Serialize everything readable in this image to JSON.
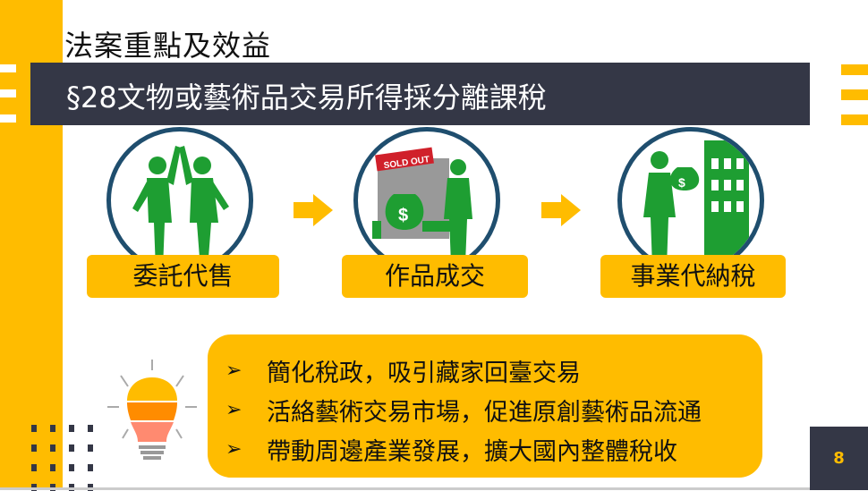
{
  "title": "法案重點及效益",
  "header": "§28文物或藝術品交易所得採分離課稅",
  "steps": [
    {
      "label": "委託代售",
      "icon": "high-five-people-icon"
    },
    {
      "label": "作品成交",
      "icon": "sold-out-money-icon",
      "badge": "SOLD OUT"
    },
    {
      "label": "事業代納稅",
      "icon": "businessman-building-icon"
    }
  ],
  "benefits": [
    {
      "marker": "➢",
      "text": "簡化稅政，吸引藏家回臺交易"
    },
    {
      "marker": "➢",
      "text": "活絡藝術交易市場，促進原創藝術品流通"
    },
    {
      "marker": "➢",
      "text": "帶動周邊產業發展，擴大國內整體稅收"
    }
  ],
  "page_number": "8",
  "colors": {
    "accent": "#FFBC00",
    "dark": "#343746",
    "figure": "#1E9E32",
    "circle": "#1F4E6E"
  }
}
